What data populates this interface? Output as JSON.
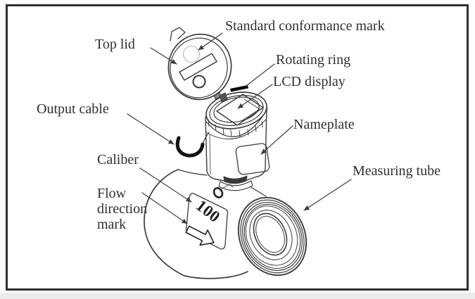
{
  "figure": {
    "caliber_value": "100",
    "labels": {
      "top_lid": "Top lid",
      "standard_conformance_mark": "Standard conformance mark",
      "rotating_ring": "Rotating ring",
      "lcd_display": "LCD display",
      "output_cable": "Output cable",
      "nameplate": "Nameplate",
      "caliber": "Caliber",
      "flow_direction_mark": "Flow direction mark",
      "measuring_tube": "Measuring tube"
    },
    "colors": {
      "line": "#3c3c3c",
      "text": "#2f2f2f",
      "frame": "#2f2f2f",
      "background": "#ffffff",
      "ghost_mark": "#b5b5b5"
    }
  }
}
